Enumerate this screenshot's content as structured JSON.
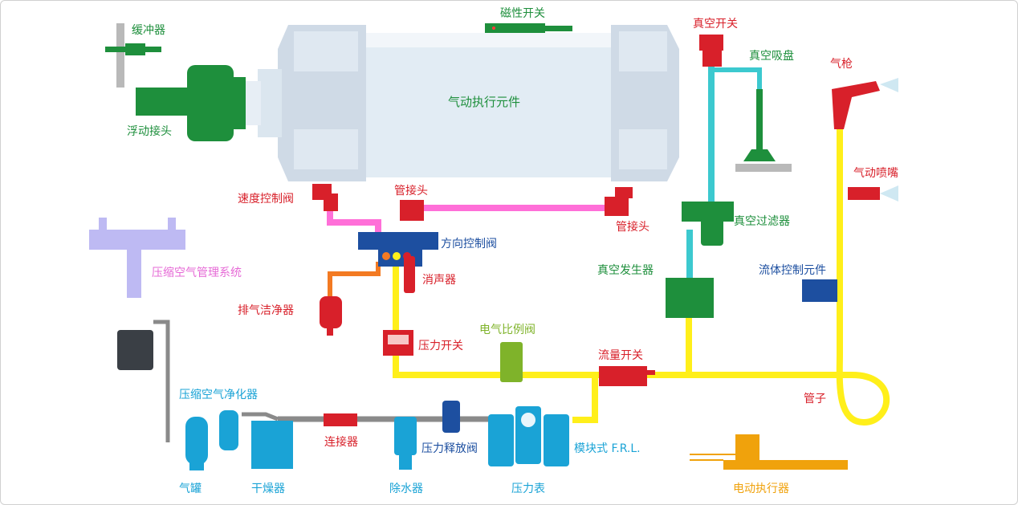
{
  "colors": {
    "green": "#1e8f3c",
    "red": "#d8202a",
    "blue": "#1d4fa0",
    "cyan": "#1aa3d6",
    "pink": "#e66ad6",
    "olive": "#7fb32a",
    "orange": "#f0a20c",
    "yellow_pipe": "#ffef1a",
    "pink_pipe": "#ff6fd8",
    "teal_pipe": "#3cc9cf",
    "orange_pipe": "#f37a22",
    "gray_pipe": "#8a8a8a"
  },
  "labels": {
    "buffer": "缓冲器",
    "magnetic_switch": "磁性开关",
    "vacuum_switch": "真空开关",
    "vacuum_cup": "真空吸盘",
    "air_gun": "气枪",
    "floating_joint": "浮动接头",
    "pneumatic_actuator": "气动执行元件",
    "air_nozzle": "气动喷嘴",
    "speed_control_valve": "速度控制阀",
    "fitting_top": "管接头",
    "fitting_right": "管接头",
    "vacuum_filter": "真空过滤器",
    "air_management": "压缩空气管理系统",
    "directional_valve": "方向控制阀",
    "vacuum_generator": "真空发生器",
    "fluid_control": "流体控制元件",
    "silencer": "消声器",
    "exhaust_cleaner": "排气洁净器",
    "electro_proportional_valve": "电气比例阀",
    "pressure_switch": "压力开关",
    "flow_switch": "流量开关",
    "air_purifier": "压缩空气净化器",
    "tube": "管子",
    "connector": "连接器",
    "pressure_relief_valve": "压力释放阀",
    "modular_frl": "模块式 F.R.L.",
    "air_tank": "气罐",
    "dryer": "干燥器",
    "water_remover": "除水器",
    "pressure_gauge": "压力表",
    "electric_actuator": "电动执行器"
  }
}
